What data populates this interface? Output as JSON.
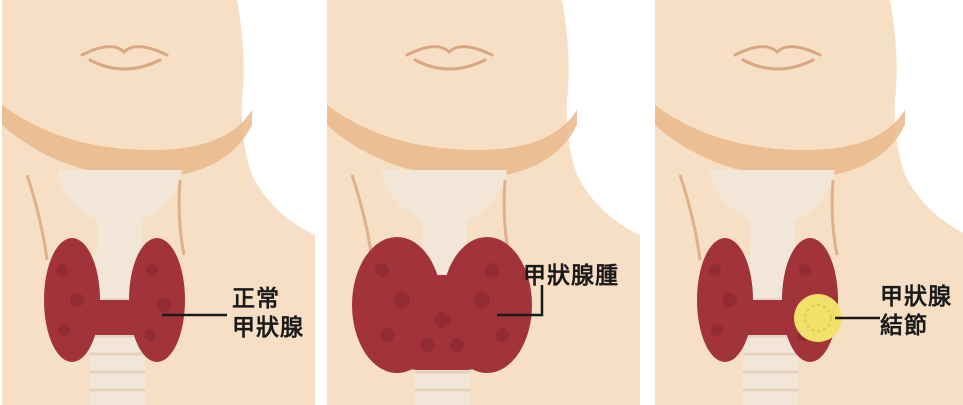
{
  "panels": [
    {
      "id": "normal",
      "label_lines": [
        "正常",
        "甲狀腺"
      ]
    },
    {
      "id": "goiter",
      "label_lines": [
        "甲狀腺腫"
      ]
    },
    {
      "id": "nodule",
      "label_lines": [
        "甲狀腺",
        "結節"
      ]
    }
  ],
  "colors": {
    "skin": "#f7dfc6",
    "skin_shadow": "#e9b98a",
    "cartilage": "#f2e6d8",
    "thyroid": "#a3333a",
    "thyroid_dark": "#842832",
    "nodule": "#f1e06a"
  }
}
